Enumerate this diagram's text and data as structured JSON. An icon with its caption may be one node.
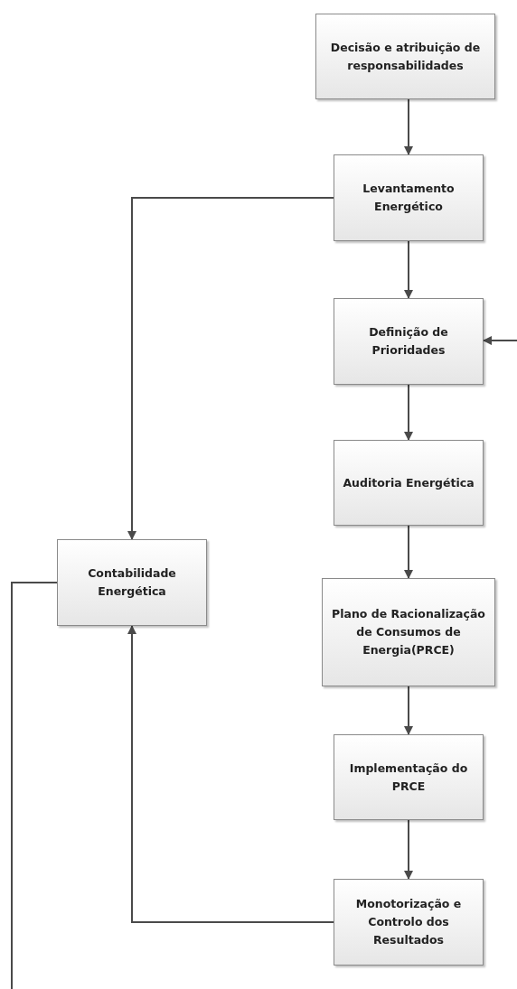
{
  "diagram": {
    "nodes": [
      {
        "text": [
          "Decisão e atribuição de responsabilidades"
        ]
      },
      {
        "text": [
          "Levantamento Energético"
        ]
      },
      {
        "text": [
          "Definição de Prioridades"
        ]
      },
      {
        "text": [
          "Auditoria Energética"
        ]
      },
      {
        "text": [
          "Plano de Racionalização de Consumos de Energia(PRCE)"
        ]
      },
      {
        "text": [
          "Implementação do PRCE"
        ]
      },
      {
        "text": [
          "Monotorização e Controlo dos Resultados"
        ]
      },
      {
        "text": [
          "Contabilidade Energética"
        ]
      }
    ],
    "edges": [
      {
        "from": 0,
        "to": 1,
        "arrow": "to"
      },
      {
        "from": 1,
        "to": 2,
        "arrow": "to"
      },
      {
        "from": 2,
        "to": 3,
        "arrow": "to"
      },
      {
        "from": 3,
        "to": 4,
        "arrow": "to"
      },
      {
        "from": 4,
        "to": 5,
        "arrow": "to"
      },
      {
        "from": 5,
        "to": 6,
        "arrow": "to"
      },
      {
        "from": 1,
        "to": 7,
        "arrow": "to"
      },
      {
        "from": 6,
        "to": 7,
        "arrow": "to"
      },
      {
        "from": 7,
        "to": null,
        "arrow": "none"
      },
      {
        "from": null,
        "to": 2,
        "arrow": "to"
      }
    ]
  }
}
